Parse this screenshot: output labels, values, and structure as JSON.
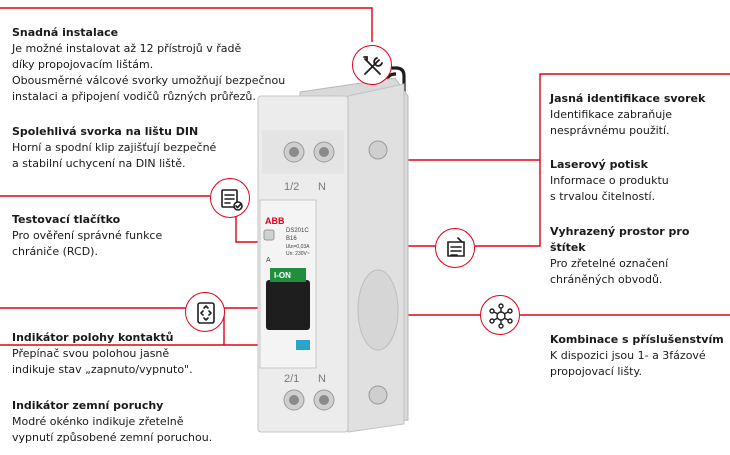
{
  "callouts": {
    "easy_install": {
      "title": "Snadná instalace",
      "body": "Je možné instalovat až 12 přístrojů v řadě\ndíky propojovacím lištám.\nObousměrné válcové svorky umožňují bezpečnou\ninstalaci a připojení vodičů různých průřezů."
    },
    "din_clamp": {
      "title": "Spolehlivá svorka na lištu DIN",
      "body": "Horní a spodní klip zajišťují bezpečné\na stabilní uchycení na DIN liště."
    },
    "test_button": {
      "title": "Testovací tlačítko",
      "body": "Pro ověření správné funkce\nchrániče (RCD)."
    },
    "contact_indicator": {
      "title": "Indikátor polohy kontaktů",
      "body": "Přepínač svou polohou jasně\nindikuje stav „zapnuto/vypnuto\"."
    },
    "earth_fault": {
      "title": "Indikátor zemní poruchy",
      "body": "Modré okénko indikuje zřetelně\nvypnutí způsobené zemní poruchou."
    },
    "terminal_id": {
      "title": "Jasná identifikace svorek",
      "body": "Identifikace zabraňuje\nnesprávnému použití."
    },
    "laser_print": {
      "title": "Laserový potisk",
      "body": "Informace o produktu\ns trvalou čitelností."
    },
    "label_space": {
      "title": "Vyhrazený prostor pro štítek",
      "body": "Pro zřetelné označení\nchráněných obvodů."
    },
    "accessories": {
      "title": "Kombinace s příslušenstvím",
      "body": "K dispozici jsou 1- a 3fázové\npropojovací lišty."
    }
  },
  "device": {
    "brand": "ABB",
    "model": "DS201C",
    "rating": "B16",
    "sensitivity": "IΔn=0,03A",
    "voltage": "Un: 230V~",
    "class": "A",
    "terminal_top_label": "1/2",
    "terminal_top_n": "N",
    "terminal_bottom_label": "2/1",
    "terminal_bottom_n": "N",
    "switch_on_mark": "I-ON"
  },
  "colors": {
    "accent": "#e2001a",
    "device_body": "#ececec",
    "handle": "#1e1e1e",
    "indicator": "#2aa4c8"
  },
  "icons": [
    "tools-icon",
    "checklist-icon",
    "adjust-arrows-icon",
    "label-tag-icon",
    "network-icon"
  ]
}
